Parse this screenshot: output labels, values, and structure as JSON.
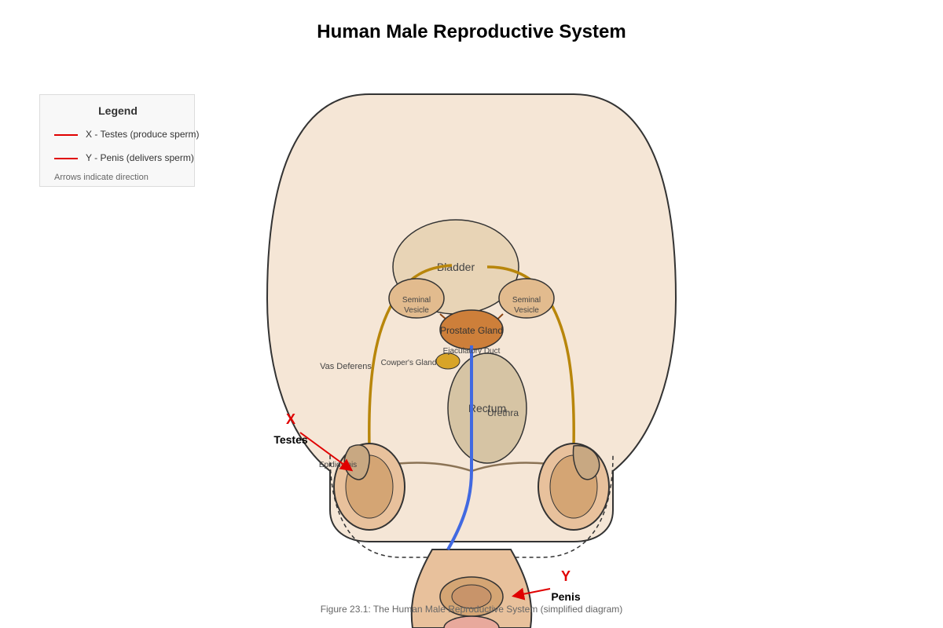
{
  "title": "Human Male Reproductive System",
  "legend": {
    "title": "Legend",
    "items": [
      {
        "text": "X - Testes (produce sperm)",
        "color": "#e00000"
      },
      {
        "text": "Y - Penis (delivers sperm)",
        "color": "#e00000"
      }
    ],
    "note": "Arrows indicate direction"
  },
  "labels": {
    "bladder": "Bladder",
    "seminal_vesicle_line1": "Seminal",
    "seminal_vesicle_line2": "Vesicle",
    "prostate": "Prostate Gland",
    "ejaculatory_duct": "Ejaculatory Duct",
    "cowpers_gland": "Cowper's Gland",
    "vas_deferens": "Vas Deferens",
    "rectum": "Rectum",
    "urethra": "Urethra",
    "epididymis": "Epididymis"
  },
  "markers": {
    "x_letter": "X",
    "x_label": "Testes",
    "y_letter": "Y",
    "y_label": "Penis"
  },
  "caption": "Figure 23.1: The Human Male Reproductive System (simplified diagram)",
  "colors": {
    "body_fill": "#f5e6d6",
    "bladder_fill": "#e8d4b6",
    "seminal_vesicle_fill": "#e2bb8e",
    "prostate_fill": "#cd7f3a",
    "cowpers_fill": "#d8a428",
    "rectum_fill": "#d6c4a4",
    "testis_outer_fill": "#e8c19c",
    "testis_inner_fill": "#d4a574",
    "vas_deferens_stroke": "#b8860b",
    "urethra_stroke": "#4169e1",
    "marker_red": "#e00000",
    "penis_fill": "#e8c19c",
    "glans_fill": "#e8a99c"
  }
}
